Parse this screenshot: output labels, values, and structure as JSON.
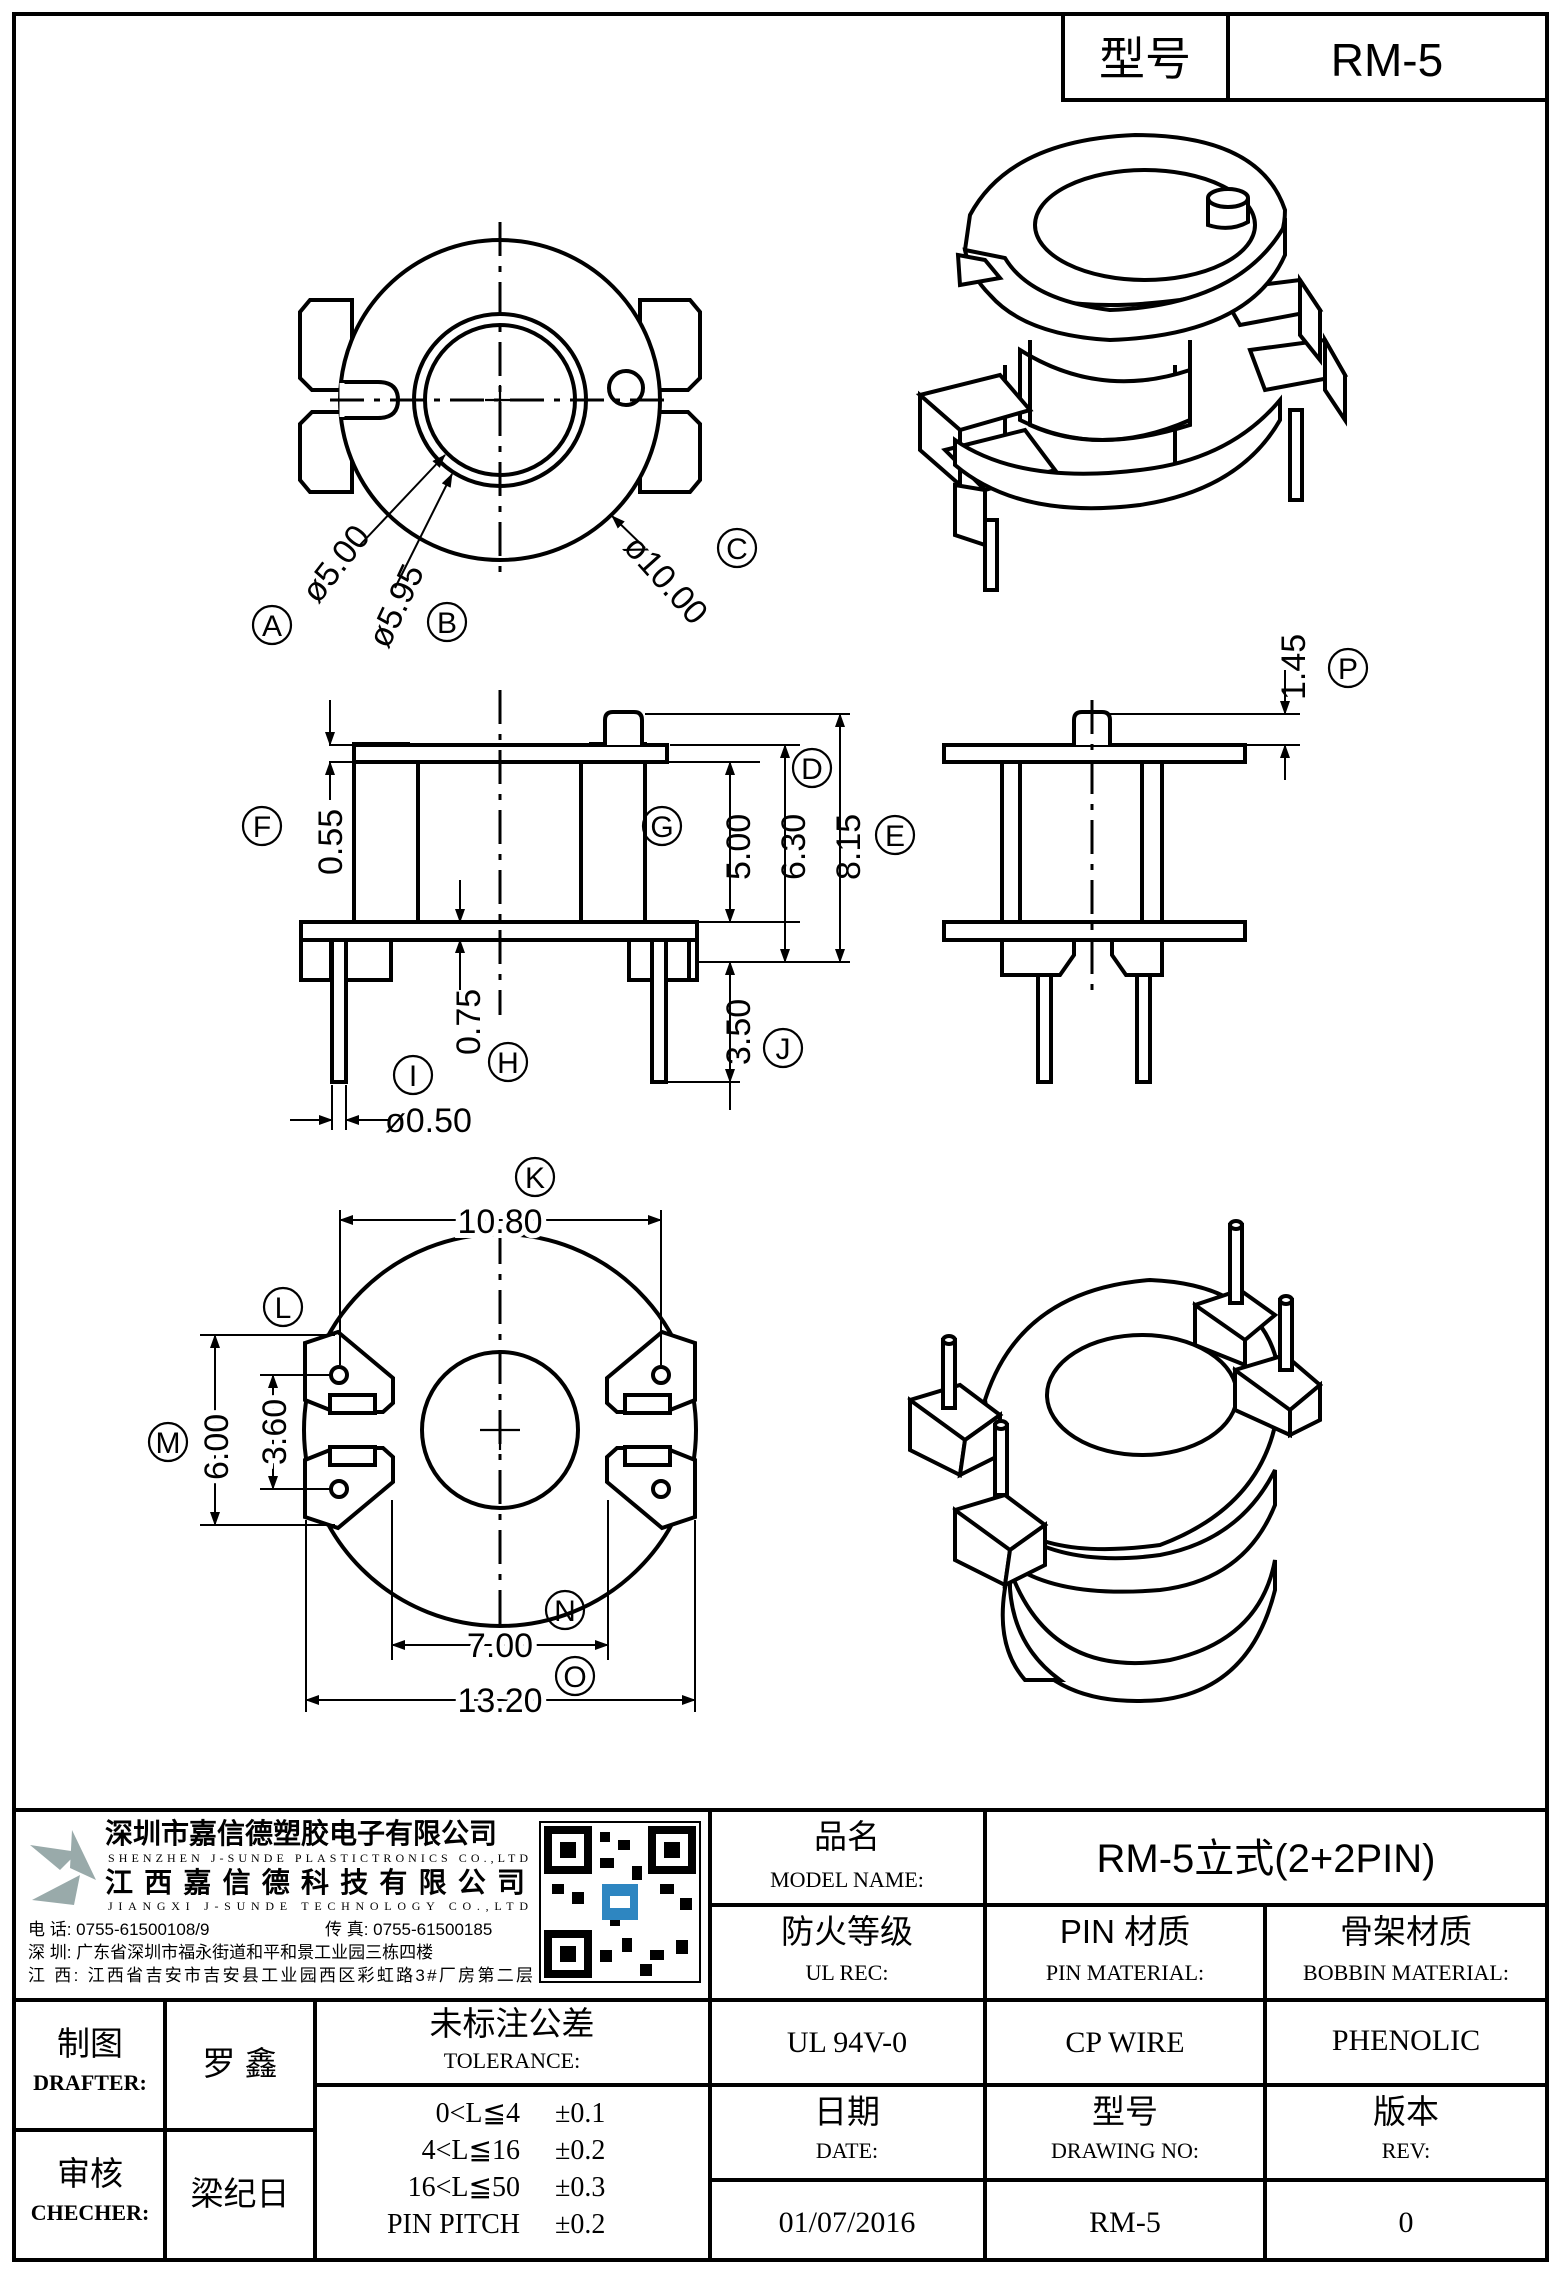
{
  "header": {
    "type_label": "型号",
    "type_value": "RM-5"
  },
  "callouts": {
    "A": "A",
    "B": "B",
    "C": "C",
    "D": "D",
    "E": "E",
    "F": "F",
    "G": "G",
    "H": "H",
    "I": "I",
    "J": "J",
    "K": "K",
    "L": "L",
    "M": "M",
    "N": "N",
    "O": "O",
    "P": "P"
  },
  "dimensions": {
    "A": "ø5.00",
    "B": "ø5.95",
    "C": "ø10.00",
    "D": "6.30",
    "E": "8.15",
    "F": "0.55",
    "G": "5.00",
    "H": "0.75",
    "I": "ø0.50",
    "J": "3.50",
    "K": "10.80",
    "L": "3.60",
    "M": "6.00",
    "N": "7.00",
    "O": "13.20",
    "P": "1.45"
  },
  "company": {
    "name_cn": "深圳市嘉信德塑胶电子有限公司",
    "name_en": "SHENZHEN J-SUNDE PLASTICTRONICS CO.,LTD",
    "name2_cn": "江西嘉信德科技有限公司",
    "name2_en": "JIANGXI J-SUNDE TECHNOLOGY CO.,LTD",
    "phone": "电 话: 0755-61500108/9",
    "fax": "传 真: 0755-61500185",
    "addr1": "深 圳: 广东省深圳市福永街道和平和景工业园三栋四楼",
    "addr2": "江 西: 江西省吉安市吉安县工业园西区彩虹路3#厂房第二层"
  },
  "title_block": {
    "model_name_cn": "品名",
    "model_name_en": "MODEL NAME:",
    "model_name_value": "RM-5立式(2+2PIN)",
    "ul_cn": "防火等级",
    "ul_en": "UL REC:",
    "ul_value": "UL 94V-0",
    "pin_cn": "PIN 材质",
    "pin_en": "PIN MATERIAL:",
    "pin_value": "CP WIRE",
    "bobbin_cn": "骨架材质",
    "bobbin_en": "BOBBIN MATERIAL:",
    "bobbin_value": "PHENOLIC",
    "drafter_cn": "制图",
    "drafter_en": "DRAFTER:",
    "drafter_value": "罗  鑫",
    "checker_cn": "审核",
    "checker_en": "CHECHER:",
    "checker_value": "梁纪日",
    "tolerance_cn": "未标注公差",
    "tolerance_en": "TOLERANCE:",
    "tolerances": [
      {
        "range": "0<L≦4",
        "value": "±0.1"
      },
      {
        "range": "4<L≦16",
        "value": "±0.2"
      },
      {
        "range": "16<L≦50",
        "value": "±0.3"
      },
      {
        "range": "PIN PITCH",
        "value": "±0.2"
      }
    ],
    "date_cn": "日期",
    "date_en": "DATE:",
    "date_value": "01/07/2016",
    "drawing_cn": "型号",
    "drawing_en": "DRAWING NO:",
    "drawing_value": "RM-5",
    "rev_cn": "版本",
    "rev_en": "REV:",
    "rev_value": "0"
  }
}
